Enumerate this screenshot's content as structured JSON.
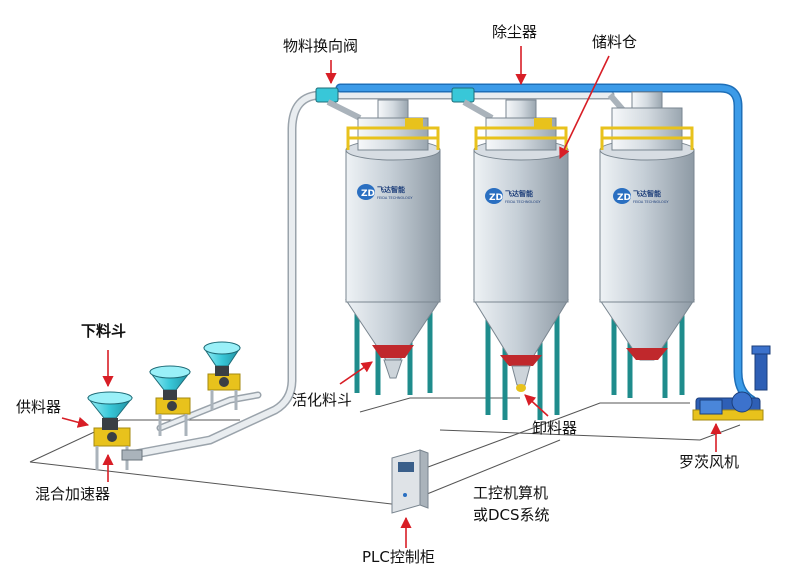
{
  "labels": {
    "diverter_valve": "物料换向阀",
    "dust_collector": "除尘器",
    "storage_silo": "储料仓",
    "hopper": "下料斗",
    "feeder": "供料器",
    "activation_hopper": "活化料斗",
    "mixing_accelerator": "混合加速器",
    "unloader": "卸料器",
    "roots_blower": "罗茨风机",
    "ipc_line1": "工控机算机",
    "ipc_line2": "或DCS系统",
    "plc_cabinet": "PLC控制柜"
  },
  "brand": {
    "name_cn": "飞达智能",
    "name_en": "FEIDA TECHNOLOGY"
  },
  "colors": {
    "pipe_blue": "#2e86d6",
    "pipe_grey": "#dfe3e8",
    "silo_body": "#c9d2da",
    "teal_leg": "#2aa3a3",
    "railing_yellow": "#e8c21c",
    "cone_red": "#c0282c",
    "arrow_red": "#d81e26",
    "cyan_hopper": "#38c7d8"
  }
}
